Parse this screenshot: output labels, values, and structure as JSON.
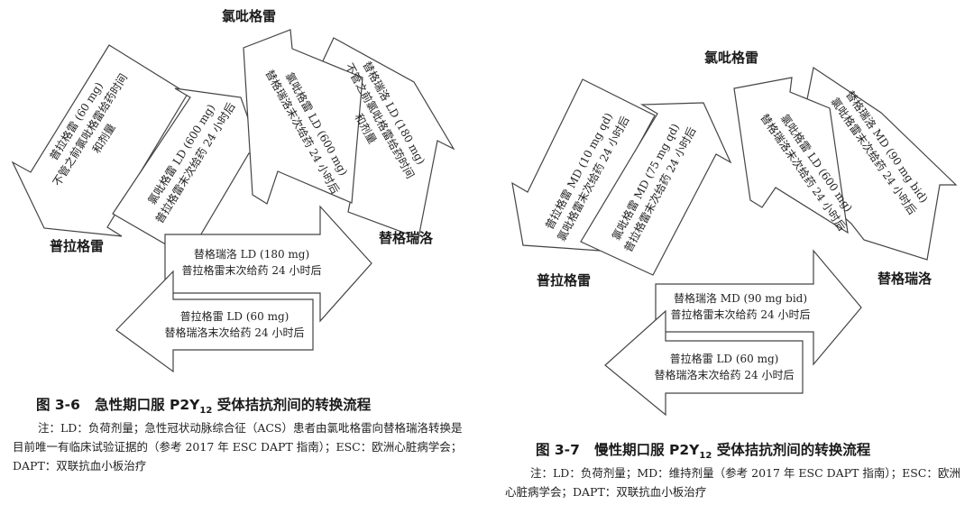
{
  "figure1": {
    "nodes": {
      "top": "氯吡格雷",
      "left": "普拉格雷",
      "right": "替格瑞洛"
    },
    "arrows": {
      "clop_to_pras": [
        "普拉格雷 (60 mg)",
        "不管之前氯吡格雷给药时间",
        "和剂量"
      ],
      "pras_to_clop": [
        "氯吡格雷 LD (600 mg)",
        "普拉格雷末次给药 24 小时后"
      ],
      "clop_to_tica": [
        "替格瑞洛 LD (180 mg)",
        "不管之前氯吡格雷给药时间",
        "和剂量"
      ],
      "tica_to_clop": [
        "氯吡格雷 LD (600 mg)",
        "替格瑞洛末次给药 24 小时后"
      ],
      "pras_to_tica": [
        "替格瑞洛 LD (180 mg)",
        "普拉格雷末次给药 24 小时后"
      ],
      "tica_to_pras": [
        "普拉格雷 LD (60 mg)",
        "替格瑞洛末次给药 24 小时后"
      ]
    },
    "caption": {
      "number": "图 3-6",
      "title_pre": "急性期口服 P2Y",
      "title_sub": "12",
      "title_post": " 受体拮抗剂间的转换流程"
    },
    "note": "注：LD：负荷剂量；急性冠状动脉综合征（ACS）患者由氯吡格雷向替格瑞洛转换是目前唯一有临床试验证据的（参考 2017 年 ESC DAPT 指南）；ESC：欧洲心脏病学会；DAPT：双联抗血小板治疗"
  },
  "figure2": {
    "nodes": {
      "top": "氯吡格雷",
      "left": "普拉格雷",
      "right": "替格瑞洛"
    },
    "arrows": {
      "clop_to_pras": [
        "普拉格雷 MD (10 mg qd)",
        "氯吡格雷末次给药 24 小时后"
      ],
      "pras_to_clop": [
        "氯吡格雷 MD (75 mg qd)",
        "普拉格雷末次给药 24 小时后"
      ],
      "clop_to_tica": [
        "替格瑞洛 MD (90 mg bid)",
        "氯吡格雷末次给药 24 小时后"
      ],
      "tica_to_clop": [
        "氯吡格雷 LD (600 mg)",
        "替格瑞洛末次给药 24 小时后"
      ],
      "pras_to_tica": [
        "替格瑞洛 MD (90 mg bid)",
        "普拉格雷末次给药 24 小时后"
      ],
      "tica_to_pras": [
        "普拉格雷 LD (60 mg)",
        "替格瑞洛末次给药 24 小时后"
      ]
    },
    "caption": {
      "number": "图 3-7",
      "title_pre": "慢性期口服 P2Y",
      "title_sub": "12",
      "title_post": " 受体拮抗剂间的转换流程"
    },
    "note": "注：LD：负荷剂量；MD：维持剂量（参考 2017 年 ESC DAPT 指南）；ESC：欧洲心脏病学会；DAPT：双联抗血小板治疗"
  }
}
